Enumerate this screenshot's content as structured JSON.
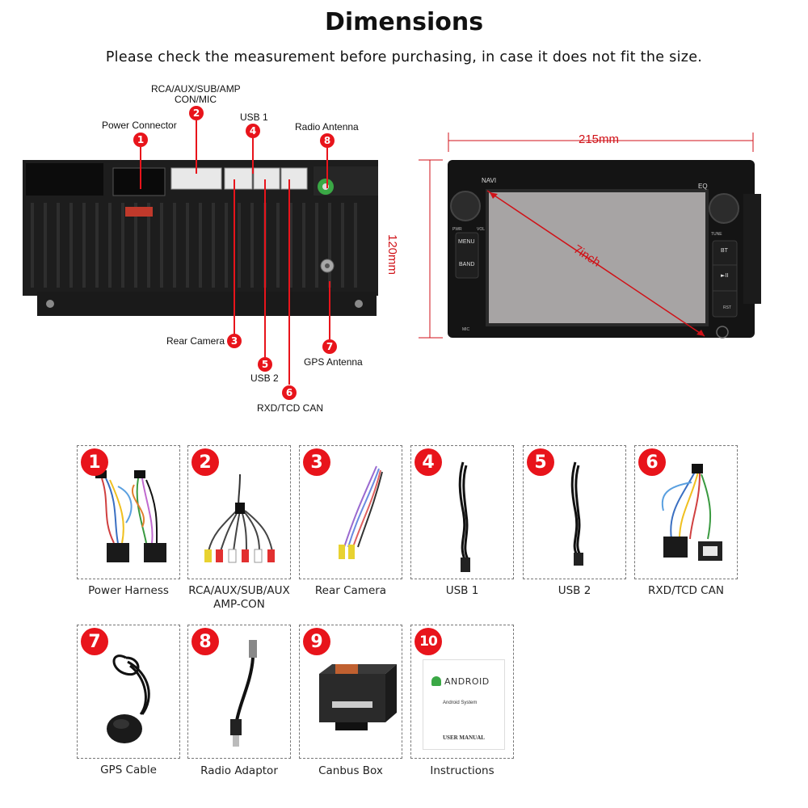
{
  "header": {
    "title": "Dimensions",
    "subtitle": "Please check the measurement before purchasing, in case it does not fit the size."
  },
  "rear_panel": {
    "callouts": [
      {
        "number": "1",
        "label": "Power Connector"
      },
      {
        "number": "2",
        "label_line1": "RCA/AUX/SUB/AMP",
        "label_line2": "CON/MIC"
      },
      {
        "number": "3",
        "label": "Rear Camera"
      },
      {
        "number": "4",
        "label": "USB 1"
      },
      {
        "number": "5",
        "label": "USB 2"
      },
      {
        "number": "6",
        "label": "RXD/TCD CAN"
      },
      {
        "number": "7",
        "label": "GPS Antenna"
      },
      {
        "number": "8",
        "label": "Radio Antenna"
      }
    ]
  },
  "front_unit": {
    "width_label": "215mm",
    "height_label": "120mm",
    "diagonal_label": "7inch",
    "buttons": {
      "navi": "NAVI",
      "eq": "EQ",
      "pwr": "PWR",
      "vol": "VOL",
      "menu": "MENU",
      "band": "BAND",
      "tune": "TUNE",
      "bt": "BT",
      "play_pause": "►II",
      "rst": "RST",
      "mic": "MIC"
    }
  },
  "accessories": [
    {
      "number": "1",
      "caption": "Power Harness"
    },
    {
      "number": "2",
      "caption_line1": "RCA/AUX/SUB/AUX",
      "caption_line2": "AMP-CON"
    },
    {
      "number": "3",
      "caption": "Rear Camera"
    },
    {
      "number": "4",
      "caption": "USB 1"
    },
    {
      "number": "5",
      "caption": "USB 2"
    },
    {
      "number": "6",
      "caption": "RXD/TCD CAN"
    },
    {
      "number": "7",
      "caption": "GPS Cable"
    },
    {
      "number": "8",
      "caption": "Radio Adaptor"
    },
    {
      "number": "9",
      "caption": "Canbus Box"
    },
    {
      "number": "10",
      "caption": "Instructions"
    }
  ],
  "manual": {
    "brand": "ANDROID",
    "system": "Android System",
    "title": "USER MANUAL"
  },
  "colors": {
    "accent_red": "#e8141b",
    "unit_black": "#141414"
  }
}
